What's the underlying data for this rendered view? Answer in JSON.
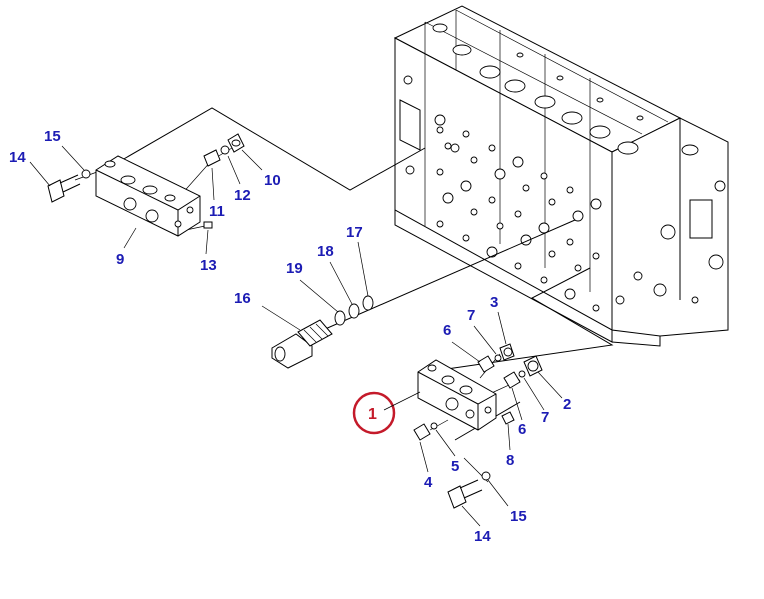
{
  "labels": {
    "p1": "1",
    "p2": "2",
    "p3": "3",
    "p4": "4",
    "p5": "5",
    "p6a": "6",
    "p6b": "6",
    "p7a": "7",
    "p7b": "7",
    "p8": "8",
    "p9": "9",
    "p10": "10",
    "p11": "11",
    "p12": "12",
    "p13": "13",
    "p14a": "14",
    "p14b": "14",
    "p15a": "15",
    "p15b": "15",
    "p16": "16",
    "p17": "17",
    "p18": "18",
    "p19": "19"
  },
  "colors": {
    "label": "#1c1cb4",
    "highlight": "#c41a2a",
    "line": "#000000"
  }
}
